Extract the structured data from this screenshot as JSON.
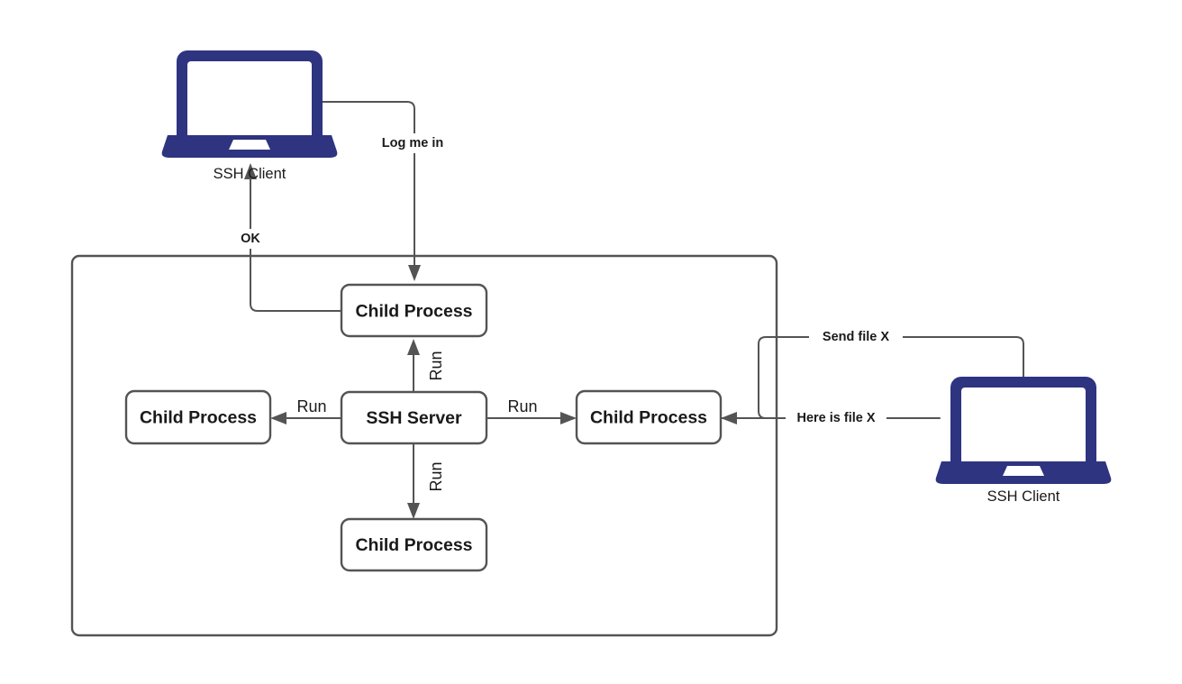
{
  "diagram": {
    "title": "SSH Server and Child Processes",
    "colors": {
      "laptop_blue": "#2E3480",
      "stroke_gray": "#545454",
      "text_dark": "#1a1a1a",
      "background": "#ffffff"
    },
    "server_boundary": {
      "name": "ssh-server-host-boundary"
    },
    "nodes": {
      "ssh_server": {
        "label": "SSH Server"
      },
      "child_top": {
        "label": "Child Process"
      },
      "child_left": {
        "label": "Child Process"
      },
      "child_right": {
        "label": "Child Process"
      },
      "child_bottom": {
        "label": "Child Process"
      }
    },
    "laptops": {
      "client_top": {
        "caption": "SSH Client"
      },
      "client_right": {
        "caption": "SSH Client"
      }
    },
    "edge_labels": {
      "log_me_in": "Log me in",
      "ok": "OK",
      "run_up": "Run",
      "run_down": "Run",
      "run_left": "Run",
      "run_right": "Run",
      "send_file_x": "Send file X",
      "here_is_file_x": "Here is file X"
    }
  }
}
